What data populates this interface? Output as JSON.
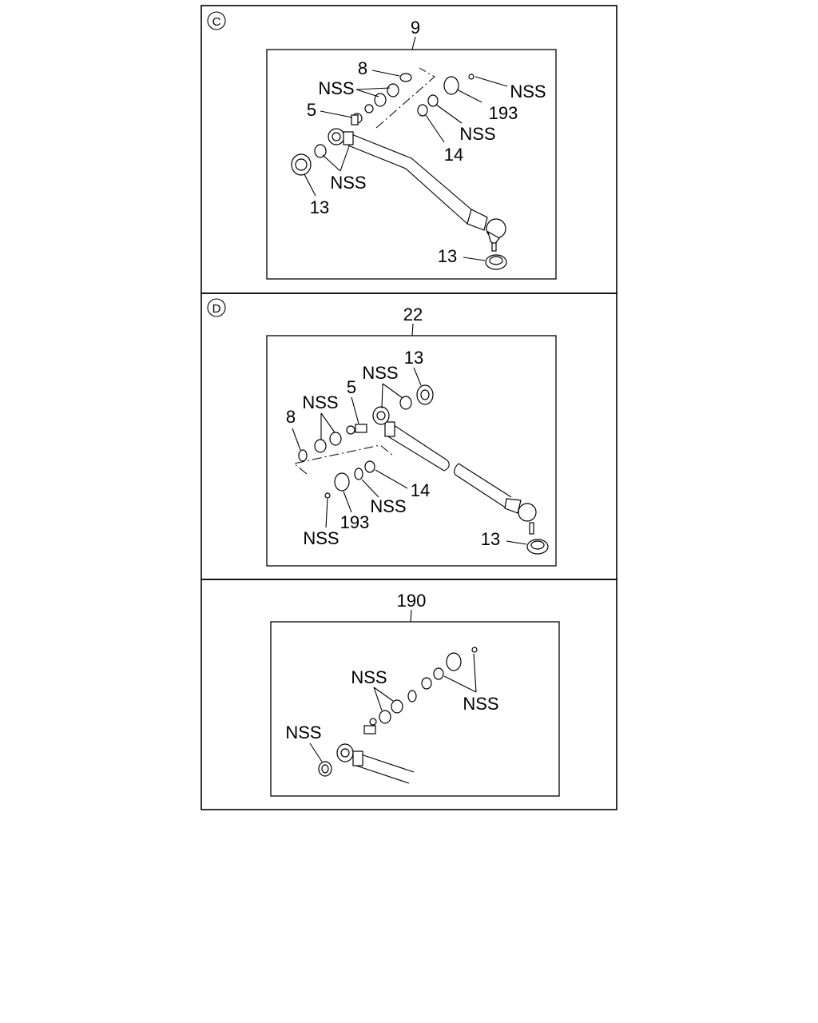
{
  "panels": [
    {
      "id": "C",
      "badge": "C",
      "assembly": "9",
      "labels": {
        "n8": "8",
        "nss_a": "NSS",
        "n5": "5",
        "nss_b": "NSS",
        "n193": "193",
        "nss_c": "NSS",
        "n14": "14",
        "nss_d": "NSS",
        "n13_a": "13",
        "n13_b": "13"
      }
    },
    {
      "id": "D",
      "badge": "D",
      "assembly": "22",
      "labels": {
        "n13_a": "13",
        "nss_a": "NSS",
        "n5": "5",
        "nss_b": "NSS",
        "n8": "8",
        "n14": "14",
        "nss_c": "NSS",
        "n193": "193",
        "nss_d": "NSS",
        "n13_b": "13"
      }
    },
    {
      "id": "E",
      "badge": "",
      "assembly": "190",
      "labels": {
        "nss_a": "NSS",
        "nss_b": "NSS",
        "nss_c": "NSS"
      }
    }
  ]
}
